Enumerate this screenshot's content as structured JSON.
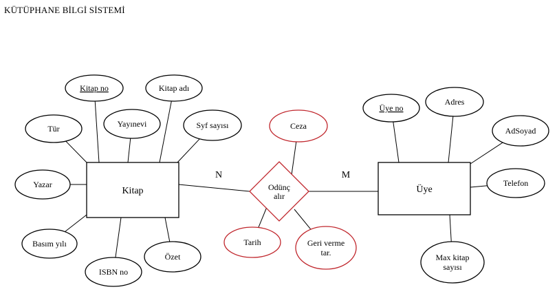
{
  "title": "KÜTÜPHANE BİLGİ SİSTEMİ",
  "colors": {
    "stroke": "#000000",
    "relationship": "#c0262c",
    "text": "#000000"
  },
  "entities": [
    {
      "id": "kitap",
      "name": "Kitap"
    },
    {
      "id": "uye",
      "name": "Üye"
    }
  ],
  "relationship": {
    "name_lines": [
      "Odünç",
      "alır"
    ],
    "left_cardinality": "N",
    "right_cardinality": "M"
  },
  "attributes": [
    {
      "id": "kitap-no",
      "lines": [
        "Kitap no"
      ],
      "owner": "kitap",
      "key": true
    },
    {
      "id": "kitap-adi",
      "lines": [
        "Kitap adı"
      ],
      "owner": "kitap"
    },
    {
      "id": "tur",
      "lines": [
        "Tür"
      ],
      "owner": "kitap"
    },
    {
      "id": "yayinevi",
      "lines": [
        "Yayınevi"
      ],
      "owner": "kitap"
    },
    {
      "id": "syf-sayisi",
      "lines": [
        "Syf sayısı"
      ],
      "owner": "kitap"
    },
    {
      "id": "yazar",
      "lines": [
        "Yazar"
      ],
      "owner": "kitap"
    },
    {
      "id": "basim-yili",
      "lines": [
        "Basım yılı"
      ],
      "owner": "kitap"
    },
    {
      "id": "isbn-no",
      "lines": [
        "ISBN no"
      ],
      "owner": "kitap"
    },
    {
      "id": "ozet",
      "lines": [
        "Özet"
      ],
      "owner": "kitap"
    },
    {
      "id": "ceza",
      "lines": [
        "Ceza"
      ],
      "owner": "relationship"
    },
    {
      "id": "tarih",
      "lines": [
        "Tarih"
      ],
      "owner": "relationship"
    },
    {
      "id": "geri-verme",
      "lines": [
        "Geri verme",
        "tar."
      ],
      "owner": "relationship"
    },
    {
      "id": "uye-no",
      "lines": [
        "Üye no"
      ],
      "owner": "uye",
      "key": true
    },
    {
      "id": "adres",
      "lines": [
        "Adres"
      ],
      "owner": "uye"
    },
    {
      "id": "adsoyad",
      "lines": [
        "AdSoyad"
      ],
      "owner": "uye"
    },
    {
      "id": "telefon",
      "lines": [
        "Telefon"
      ],
      "owner": "uye"
    },
    {
      "id": "max-kitap",
      "lines": [
        "Max kitap",
        "sayısı"
      ],
      "owner": "uye"
    }
  ]
}
